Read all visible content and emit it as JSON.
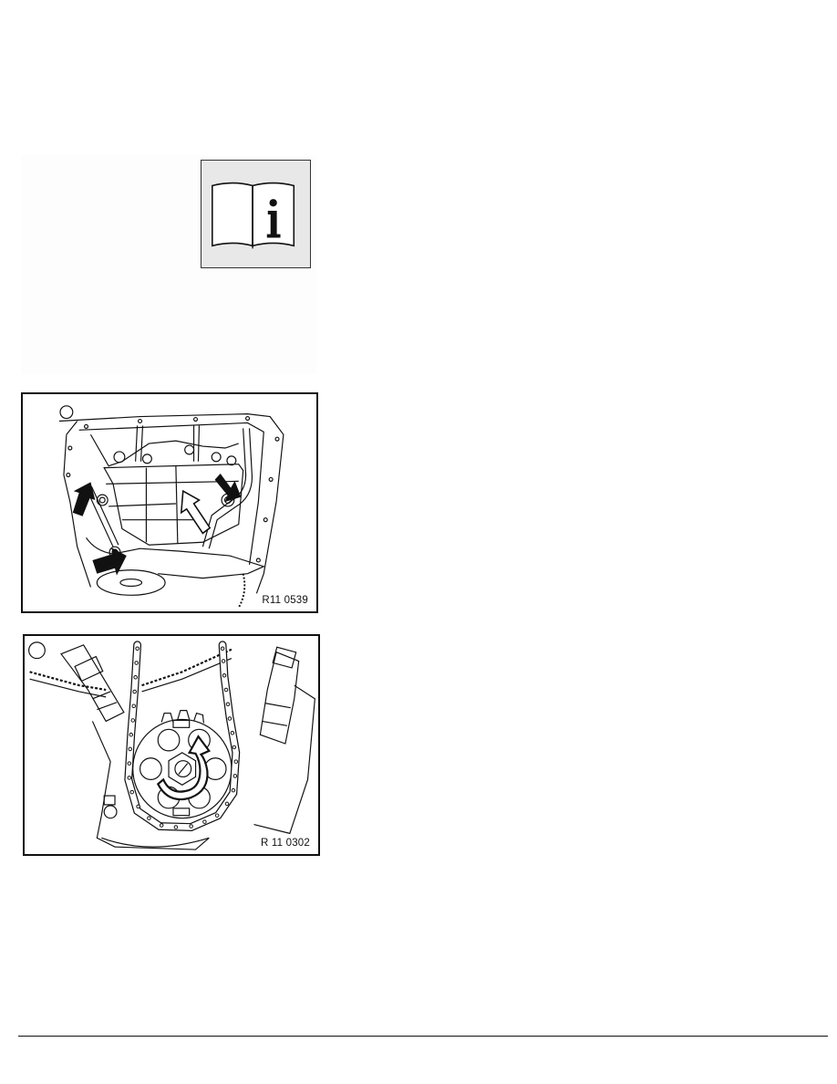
{
  "page": {
    "background": "#ffffff"
  },
  "note_panel": {
    "icon": "manual-info-book-icon",
    "icon_glyph": "i",
    "icon_box_color": "#e8e8e8"
  },
  "figures": [
    {
      "label": "R11 0539",
      "subject": "oil-pan-bolts-and-oil-pump",
      "arrows": [
        "black-arrow-left-top",
        "black-arrow-left-bottom",
        "black-arrow-right",
        "hollow-arrow-center"
      ]
    },
    {
      "label": "R 11 0302",
      "subject": "timing-chain-sprocket-rotation",
      "arrows": [
        "rotation-arrow-clockwise"
      ]
    }
  ],
  "footer": {
    "rule": true
  }
}
